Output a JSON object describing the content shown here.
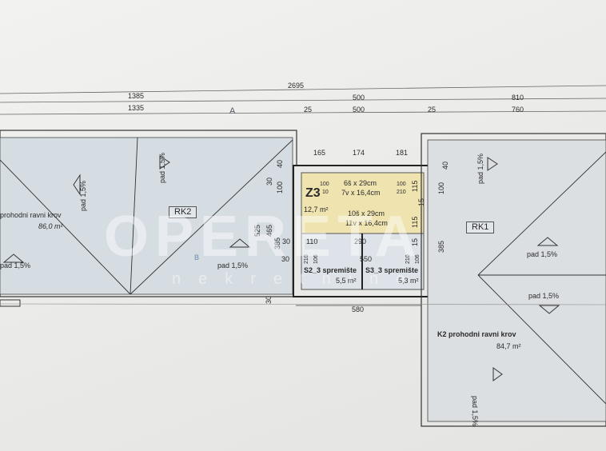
{
  "dimensions": {
    "total": "2695",
    "left_outer": "1385",
    "left_inner": "1335",
    "mid_outer": "500",
    "mid_inner": "500",
    "gap_left": "25",
    "gap_right": "25",
    "right_outer": "810",
    "right_inner": "760",
    "z3_w1": "165",
    "z3_w2": "174",
    "z3_w3": "181",
    "left_h_total": "525",
    "left_h_inner": "465",
    "left_40": "40",
    "left_100": "100",
    "left_30a": "30",
    "left_385": "385",
    "left_30b": "30",
    "left_30c": "30",
    "left_30d": "30",
    "right_40": "40",
    "right_100": "100",
    "right_385": "385",
    "r_115a": "115",
    "r_15a": "15",
    "r_115b": "115",
    "r_15b": "15",
    "w110": "110",
    "w290": "290",
    "w550": "550",
    "w580": "580",
    "d100a": "100",
    "d10a": "10",
    "d100b": "100",
    "d210": "210",
    "d210a": "210",
    "d106a": "106",
    "d210b": "210",
    "d106b": "106"
  },
  "rooms": {
    "z3": {
      "code": "Z3",
      "area": "12,7 m²",
      "stair1_a": "6š x 29cm",
      "stair1_b": "7v x 16,4cm",
      "stair2_a": "10š x 29cm",
      "stair2_b": "11v x 16,4cm"
    },
    "s2": {
      "name": "S2_3 spremište",
      "area": "5,5 m²"
    },
    "s3": {
      "name": "S3_3 spremište",
      "area": "5,3 m²"
    },
    "left_roof": {
      "name": "prohodni ravni krov",
      "area": "86,0 m²",
      "tag": "RK2"
    },
    "right_roof": {
      "name": "K2 prohodni ravni krov",
      "area": "84,7 m²",
      "tag": "RK1"
    }
  },
  "slope_label": "pad 1,5%",
  "section_marks": {
    "a": "A",
    "b": "B"
  },
  "watermark": {
    "brand": "OPERETA",
    "sub": "nekretnine"
  },
  "colors": {
    "roof": "#d5dde3",
    "z3": "#efe3b0",
    "line": "#333333"
  }
}
